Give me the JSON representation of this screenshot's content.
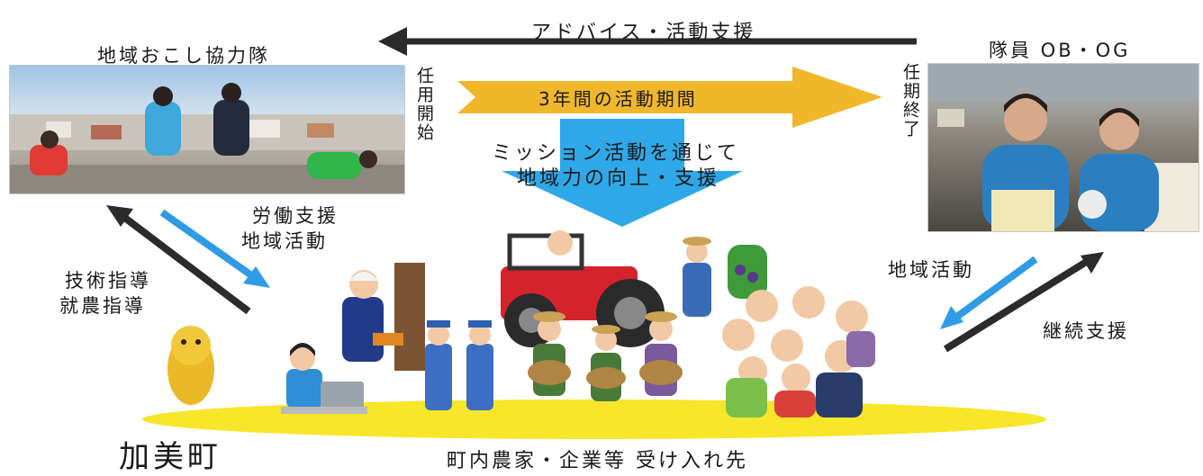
{
  "labels": {
    "top_arrow": "アドバイス・活動支援",
    "chiiki_title": "地域おこし協力隊",
    "alumni_title": "隊員 OB・OG",
    "start": "任用開始",
    "end": "任期終了",
    "period": "3年間の活動期間",
    "mission_line1": "ミッション活動を通じて",
    "mission_line2": "地域力の向上・支援",
    "labor_line1": "労働支援",
    "labor_line2": "地域活動",
    "tech_line1": "技術指導",
    "tech_line2": "就農指導",
    "local_activity": "地域活動",
    "continued_support": "継続支援",
    "town": "加美町",
    "hosts": "町内農家・企業等 受け入れ先"
  },
  "colors": {
    "arrow_dark": "#2b2b2b",
    "arrow_blue": "#2f9be5",
    "period_arrow": "#f0b72a",
    "mission_arrow": "#2ea8e8",
    "ground": "#f7e629"
  }
}
